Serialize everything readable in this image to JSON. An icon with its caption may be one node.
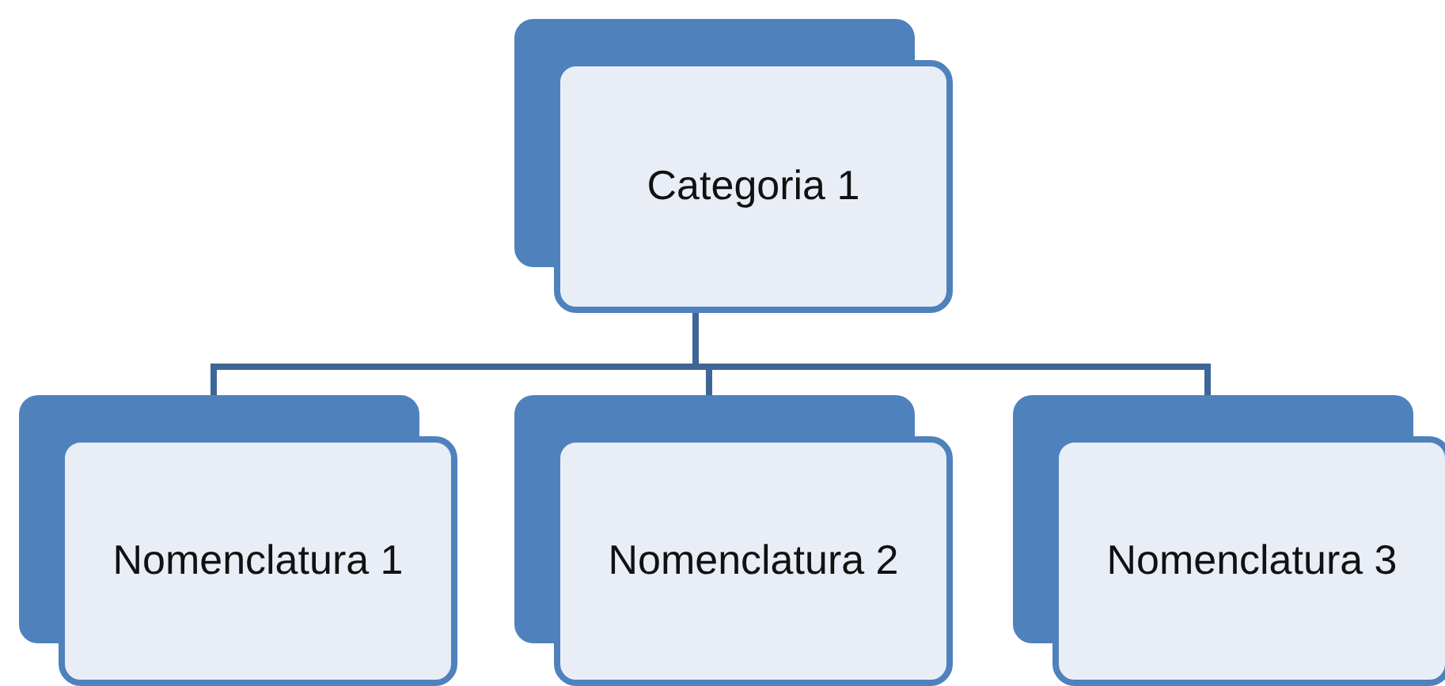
{
  "diagram": {
    "nodes": [
      {
        "text": [
          "Categoria 1"
        ]
      },
      {
        "text": [
          "Nomenclatura 1"
        ]
      },
      {
        "text": [
          "Nomenclatura 2"
        ]
      },
      {
        "text": [
          "Nomenclatura 3"
        ]
      }
    ],
    "edges": [
      {
        "from": 0,
        "to": 1,
        "arrow": "none"
      },
      {
        "from": 0,
        "to": 2,
        "arrow": "none"
      },
      {
        "from": 0,
        "to": 3,
        "arrow": "none"
      }
    ]
  }
}
